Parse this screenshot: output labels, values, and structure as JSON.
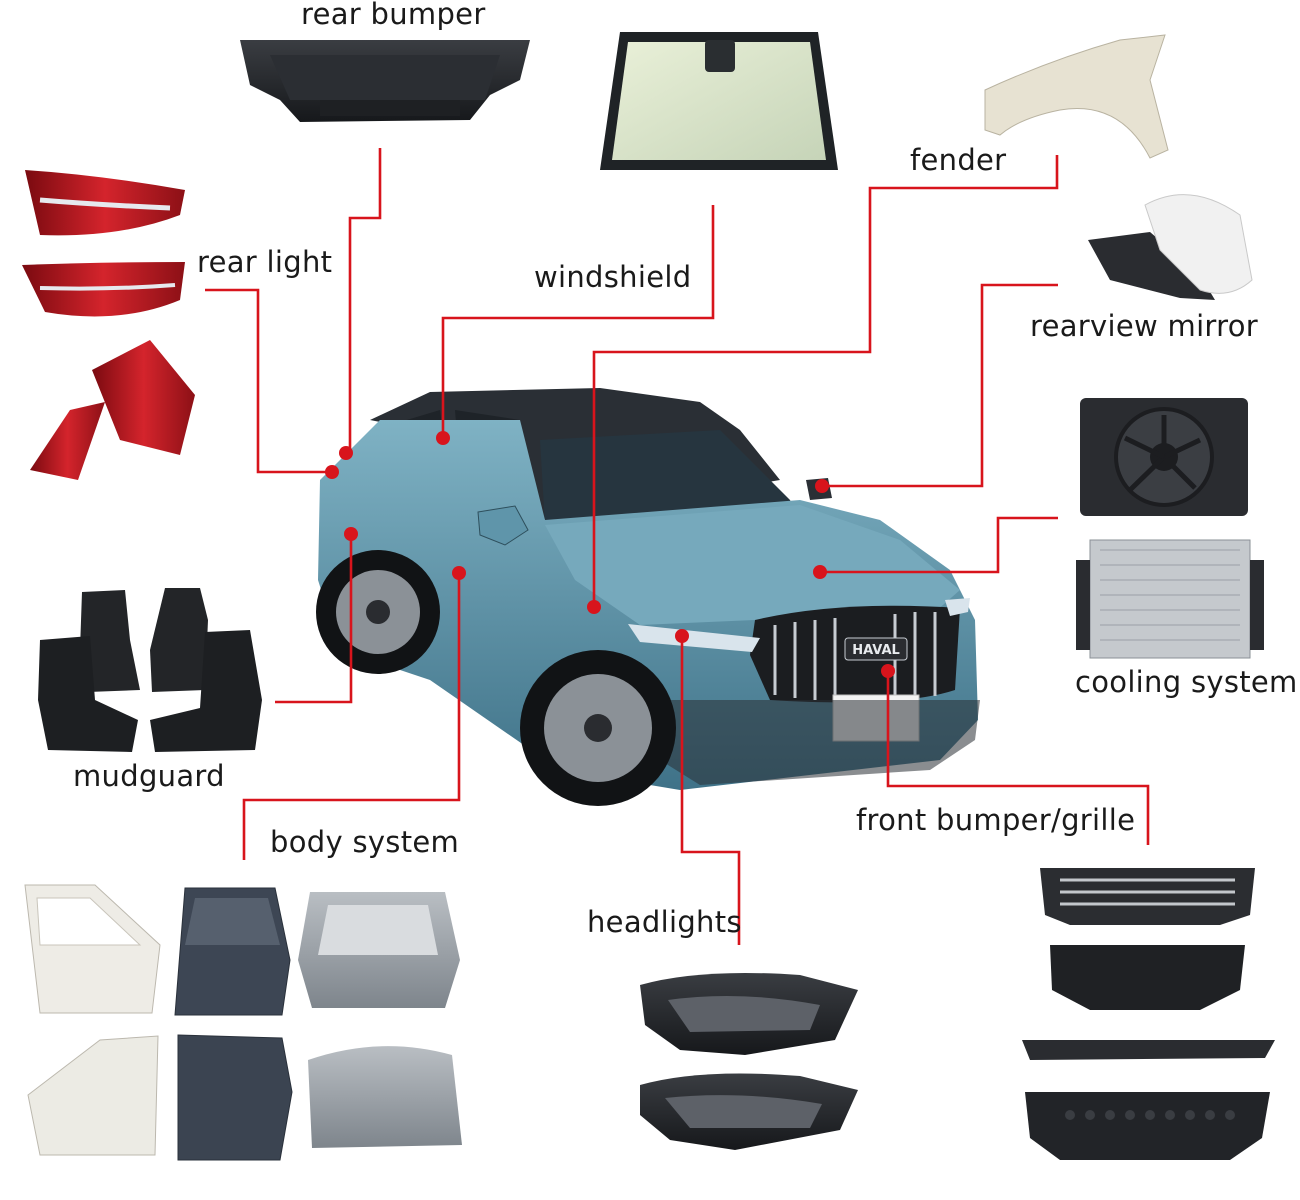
{
  "labels": {
    "rear_bumper": "rear bumper",
    "windshield": "windshield",
    "fender": "fender",
    "rear_light": "rear light",
    "rearview_mirror": "rearview mirror",
    "cooling_system": "cooling system",
    "mudguard": "mudguard",
    "body_system": "body system",
    "front_bumper_grille": "front bumper/grille",
    "headlights": "headlights"
  },
  "car": {
    "badge": "HAVAL",
    "body_color": "#5f95aa"
  },
  "colors": {
    "accent": "#d8141c",
    "text": "#1a1a1a"
  }
}
